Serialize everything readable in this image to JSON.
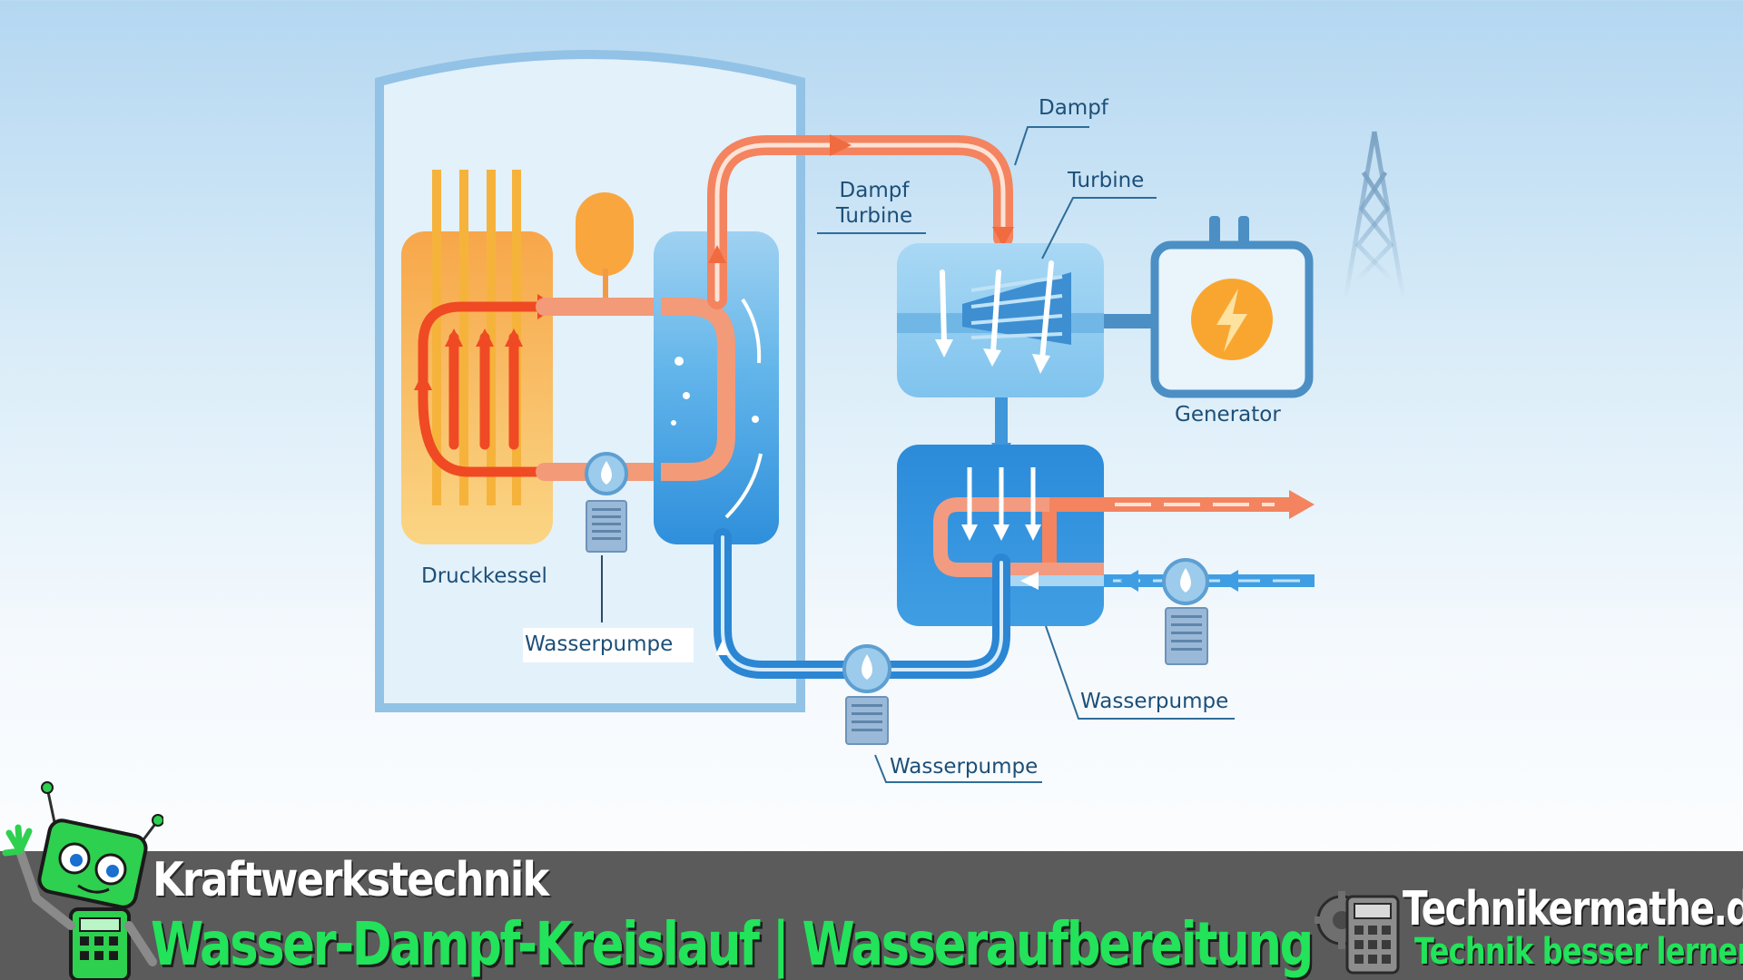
{
  "diagram": {
    "labels": {
      "dampf": "Dampf",
      "dampf_turbine_line1": "Dampf",
      "dampf_turbine_line2": "Turbine",
      "turbine": "Turbine",
      "generator": "Generator",
      "druckkessel": "Druckkessel",
      "wasserpumpe_primary": "Wasserpumpe",
      "wasserpumpe_condenser": "Wasserpumpe",
      "wasserpumpe_feed": "Wasserpumpe"
    }
  },
  "banner": {
    "subtitle": "Kraftwerkstechnik",
    "title": "Wasser-Dampf-Kreislauf | Wasseraufbereitung",
    "brand_name": "Technikermathe.de",
    "brand_slogan": "Technik besser lernen"
  },
  "colors": {
    "hot_loop": "#f05a2a",
    "steam_pipe": "#f3845f",
    "cold_loop": "#2b86d3",
    "outline": "#6faedc",
    "label": "#1d4f78",
    "banner_bg": "#5b5b5b",
    "banner_green": "#22e35a"
  }
}
